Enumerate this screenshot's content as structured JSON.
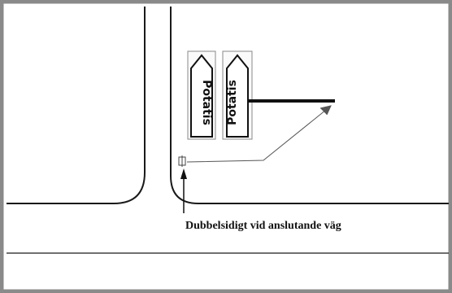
{
  "signs": [
    {
      "text": "Potatis"
    },
    {
      "text": "Potatis"
    }
  ],
  "caption": "Dubbelsidigt vid anslutande väg",
  "colors": {
    "frame": "#8a8a8a",
    "road": "#1a1a1a",
    "sign_border": "#111111",
    "sign_fill": "#ffffff",
    "background": "#ffffff"
  },
  "icons": [
    "direction-sign",
    "pointer-arrow"
  ]
}
